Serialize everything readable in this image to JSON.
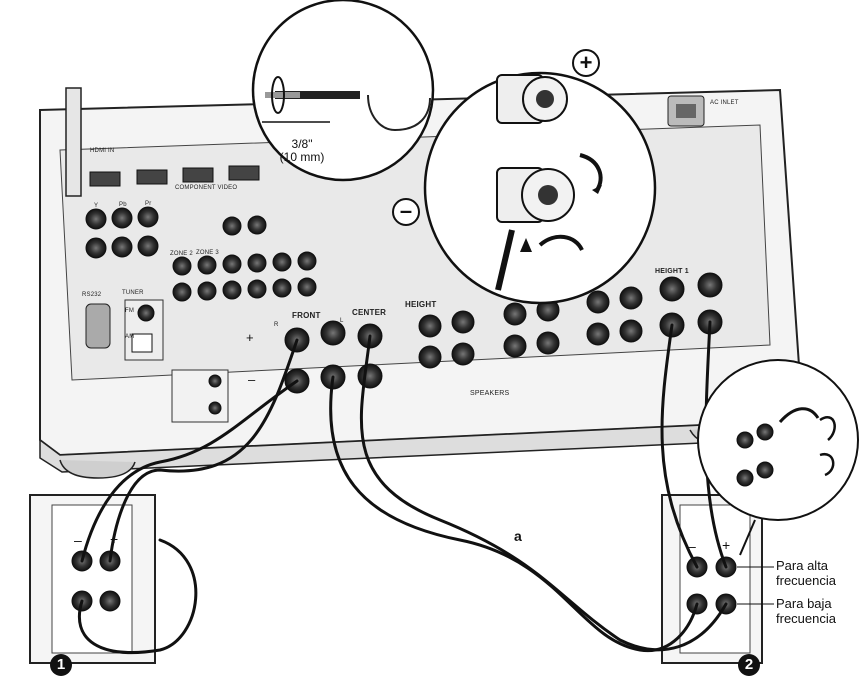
{
  "measurement": {
    "imperial": "3/8\"",
    "metric": "(10 mm)"
  },
  "terminal_signs": {
    "positive": "+",
    "negative": "–"
  },
  "panel_labels": {
    "hdmi_in": "HDMI IN",
    "component_video": "COMPONENT VIDEO",
    "tuner": "TUNER",
    "rs232": "RS232",
    "fm": "FM",
    "am": "AM",
    "zone2": "ZONE 2",
    "zone3": "ZONE 3",
    "front": "FRONT",
    "center": "CENTER",
    "height": "HEIGHT",
    "height1": "HEIGHT 1",
    "speakers": "SPEAKERS",
    "ac_inlet": "AC INLET",
    "y": "Y",
    "pb": "Pb",
    "pr": "Pr",
    "r": "R",
    "l": "L"
  },
  "wire_label": "a",
  "markers": {
    "speaker1": "1",
    "speaker2": "2"
  },
  "callouts": {
    "high_freq": "Para alta frecuencia",
    "low_freq": "Para baja frecuencia"
  }
}
